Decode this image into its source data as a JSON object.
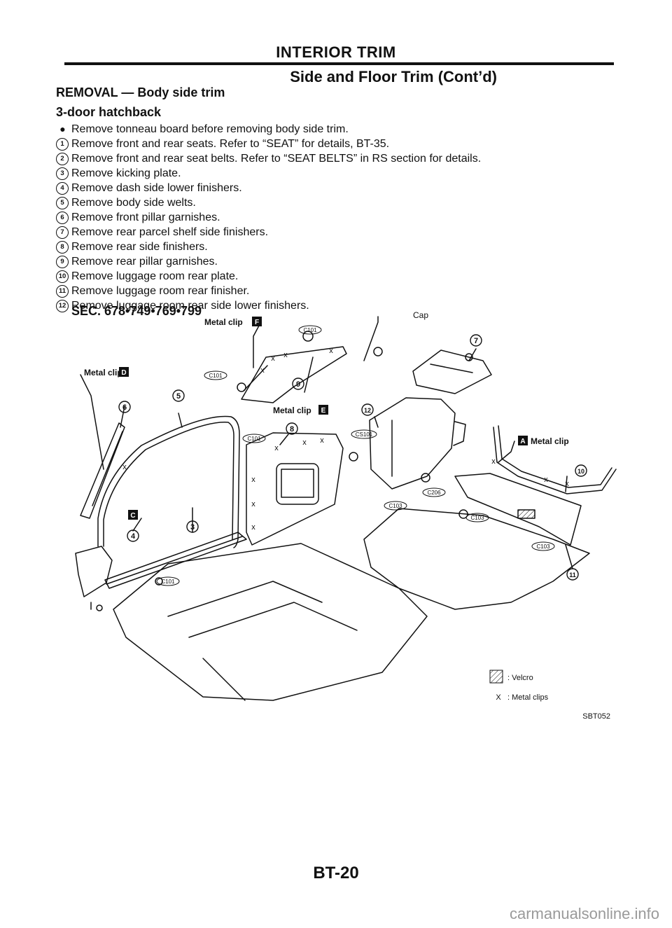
{
  "header": {
    "section_title": "INTERIOR TRIM",
    "subtitle": "Side and Floor Trim (Cont’d)"
  },
  "procedure": {
    "heading": "REMOVAL — Body side trim",
    "variant": "3-door hatchback",
    "note": "Remove tonneau board before removing body side trim.",
    "steps": [
      {
        "num": "1",
        "text": "Remove front and rear seats. Refer to “SEAT” for details, BT-35."
      },
      {
        "num": "2",
        "text": "Remove front and rear seat belts. Refer to “SEAT BELTS” in RS section for details."
      },
      {
        "num": "3",
        "text": "Remove kicking plate."
      },
      {
        "num": "4",
        "text": "Remove dash side lower finishers."
      },
      {
        "num": "5",
        "text": "Remove body side welts."
      },
      {
        "num": "6",
        "text": "Remove front pillar garnishes."
      },
      {
        "num": "7",
        "text": "Remove rear parcel shelf side finishers."
      },
      {
        "num": "8",
        "text": "Remove rear side finishers."
      },
      {
        "num": "9",
        "text": "Remove rear pillar garnishes."
      },
      {
        "num": "10",
        "text": "Remove luggage room rear plate."
      },
      {
        "num": "11",
        "text": "Remove luggage room rear finisher."
      },
      {
        "num": "12",
        "text": "Remove luggage room rear side lower finishers."
      }
    ]
  },
  "figure": {
    "sec_ref": "SEC. 678•749•769•799",
    "labels": {
      "metal_clip_F": "Metal clip",
      "metal_clip_D": "Metal clip",
      "metal_clip_E": "Metal clip",
      "metal_clip_A": "Metal clip",
      "letter_F": "F",
      "letter_D": "D",
      "letter_E": "E",
      "letter_A": "A",
      "letter_C": "C",
      "cap": "Cap",
      "c101": "C101",
      "cs101": "CS101",
      "c206": "C206",
      "c103": "C103",
      "n3": "3",
      "n4": "4",
      "n5": "5",
      "n6": "6",
      "n7": "7",
      "n8": "8",
      "n9": "9",
      "n10": "10",
      "n11": "11",
      "n12": "12"
    },
    "legend": {
      "velcro": ": Velcro",
      "metal_clips_symbol": "X",
      "metal_clips": ": Metal clips"
    },
    "figure_id": "SBT052"
  },
  "footer": {
    "page_number": "BT-20",
    "watermark": "carmanualsonline.info"
  }
}
